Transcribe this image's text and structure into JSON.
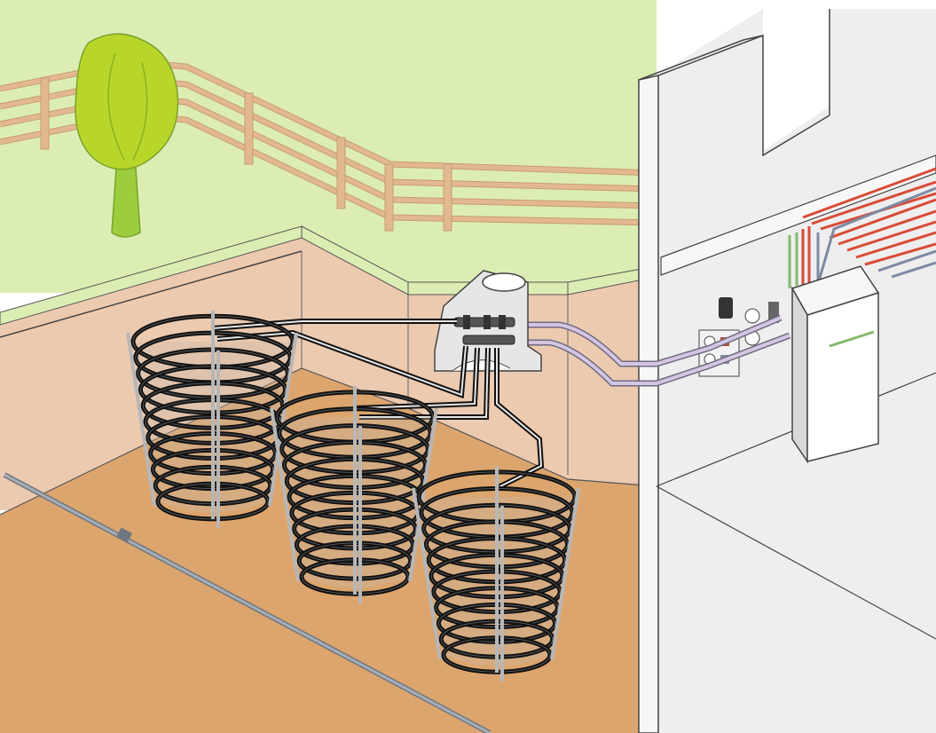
{
  "scene": {
    "kind": "ground-source-heat-pump-illustration",
    "colors": {
      "sky": "#dcedb4",
      "soil_wall": "#eccab0",
      "soil_floor": "#dca56e",
      "building": "#eeeeee",
      "fence": "#e2b98f",
      "tree_foliage": "#b8d62a",
      "tree_trunk": "#9ccd3e",
      "collector_pipe": "#1a1a1a",
      "supply_pipe": "#c8b7d8",
      "heating_red": "#d94b36",
      "heating_blue": "#7c8aa3",
      "heating_green": "#86b86a"
    },
    "components": [
      "tree",
      "fence",
      "collector-basket-1",
      "collector-basket-2",
      "collector-basket-3",
      "distribution-manhole",
      "manifold",
      "building-wall",
      "underfloor-heating",
      "hydraulic-module",
      "heat-pump",
      "drain-pipe"
    ]
  }
}
